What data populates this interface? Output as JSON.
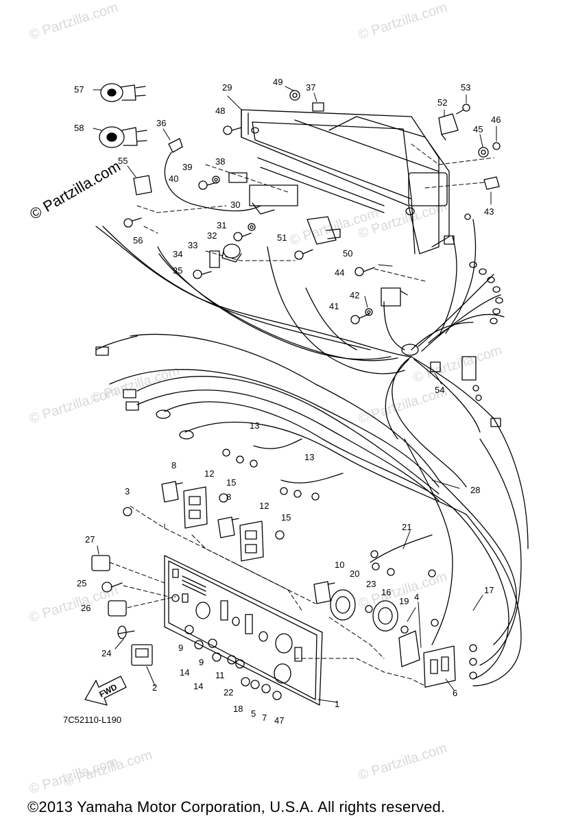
{
  "watermark": {
    "text": "© Partzilla.com",
    "positions_count": 14
  },
  "diagram": {
    "code": "7C52110-L190",
    "direction_label": "FWD",
    "copyright": "©2013  Yamaha Motor Corporation, U.S.A. All rights reserved.",
    "callouts": [
      "57",
      "58",
      "55",
      "56",
      "36",
      "48",
      "29",
      "49",
      "37",
      "53",
      "52",
      "46",
      "45",
      "43",
      "39",
      "38",
      "40",
      "30",
      "31",
      "32",
      "33",
      "34",
      "35",
      "51",
      "50",
      "44",
      "42",
      "41",
      "54",
      "13",
      "13",
      "28",
      "8",
      "12",
      "15",
      "3",
      "8",
      "12",
      "15",
      "21",
      "27",
      "25",
      "26",
      "10",
      "20",
      "23",
      "16",
      "19",
      "4",
      "17",
      "24",
      "2",
      "9",
      "14",
      "9",
      "14",
      "11",
      "22",
      "18",
      "5",
      "7",
      "47",
      "1",
      "6"
    ]
  }
}
